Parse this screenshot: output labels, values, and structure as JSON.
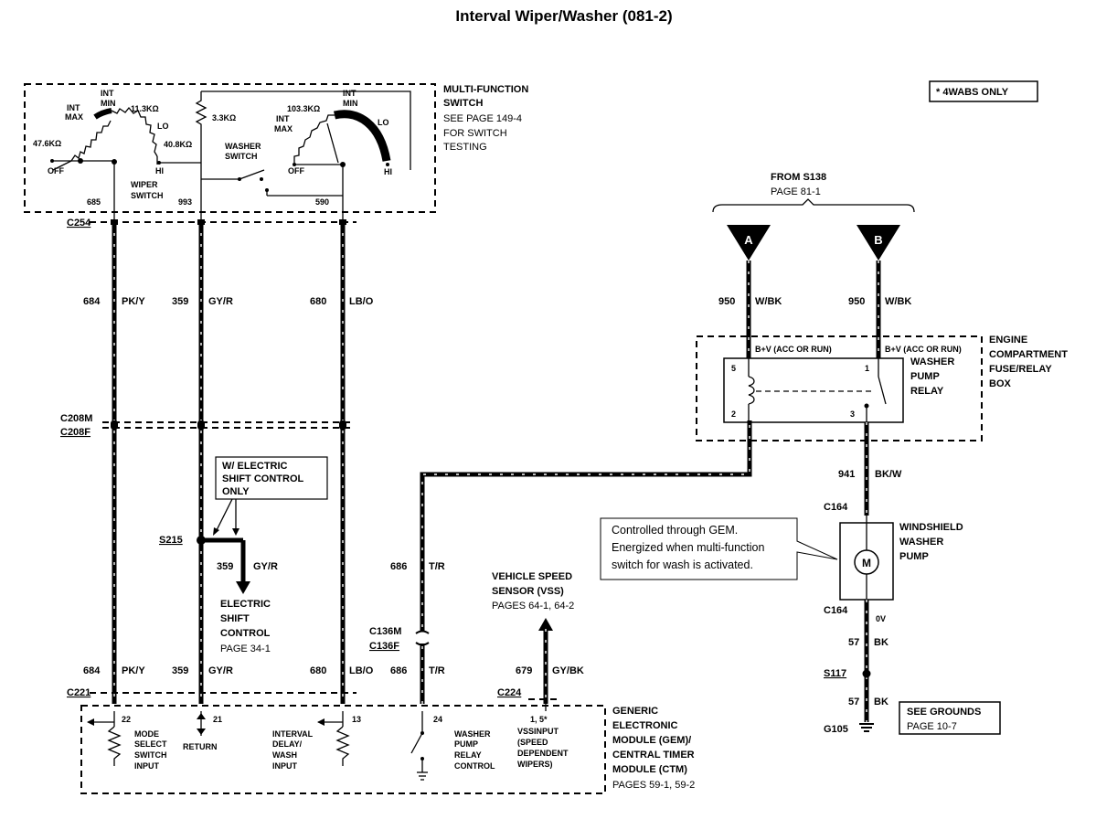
{
  "title": "Interval Wiper/Washer (081-2)",
  "note_4wabs": "* 4WABS ONLY",
  "mfs": {
    "title": [
      "MULTI-FUNCTION",
      "SWITCH",
      "SEE PAGE 149-4",
      "FOR SWITCH",
      "TESTING"
    ],
    "int_min_l": [
      "INT",
      "MIN"
    ],
    "int_max_l": [
      "INT",
      "MAX"
    ],
    "r_113": "11.3KΩ",
    "r_476": "47.6KΩ",
    "r_408": "40.8KΩ",
    "lo_l": "LO",
    "off_l": "OFF",
    "hi_l": "HI",
    "wiper_switch": [
      "WIPER",
      "SWITCH"
    ],
    "r_33": "3.3KΩ",
    "washer_switch": [
      "WASHER",
      "SWITCH"
    ],
    "r_1033": "103.3KΩ",
    "int_min_r": [
      "INT",
      "MIN"
    ],
    "int_max_r": [
      "INT",
      "MAX"
    ],
    "lo_r": "LO",
    "off_r": "OFF",
    "hi_r": "HI",
    "pin_685": "685",
    "pin_993": "993",
    "pin_590": "590"
  },
  "connectors": {
    "c254": "C254",
    "c208m": "C208M",
    "c208f": "C208F",
    "c221": "C221",
    "c136m": "C136M",
    "c136f": "C136F",
    "c224": "C224",
    "c164_top": "C164",
    "c164_bot": "C164",
    "s215": "S215",
    "s117": "S117",
    "g105": "G105"
  },
  "wires": {
    "w684_top": {
      "num": "684",
      "color": "PK/Y"
    },
    "w359_top": {
      "num": "359",
      "color": "GY/R"
    },
    "w680_top": {
      "num": "680",
      "color": "LB/O"
    },
    "w359_esc": {
      "num": "359",
      "color": "GY/R"
    },
    "w684_bot": {
      "num": "684",
      "color": "PK/Y"
    },
    "w359_bot": {
      "num": "359",
      "color": "GY/R"
    },
    "w680_bot": {
      "num": "680",
      "color": "LB/O"
    },
    "w686_mid": {
      "num": "686",
      "color": "T/R"
    },
    "w686_bot": {
      "num": "686",
      "color": "T/R"
    },
    "w679": {
      "num": "679",
      "color": "GY/BK"
    },
    "w950_a": {
      "num": "950",
      "color": "W/BK"
    },
    "w950_b": {
      "num": "950",
      "color": "W/BK"
    },
    "w941": {
      "num": "941",
      "color": "BK/W"
    },
    "w57_a": {
      "num": "57",
      "color": "BK"
    },
    "w57_b": {
      "num": "57",
      "color": "BK"
    }
  },
  "esc_note": [
    "W/ ELECTRIC",
    "SHIFT CONTROL",
    "ONLY"
  ],
  "esc_dest": [
    "ELECTRIC",
    "SHIFT",
    "CONTROL",
    "PAGE 34-1"
  ],
  "from": {
    "line1": "FROM S138",
    "line2": "PAGE 81-1",
    "a": "A",
    "b": "B"
  },
  "relay": {
    "pwr_a": "B+V (ACC OR RUN)",
    "pwr_b": "B+V (ACC OR RUN)",
    "pin5": "5",
    "pin1": "1",
    "pin2": "2",
    "pin3": "3",
    "label": [
      "WASHER",
      "PUMP",
      "RELAY"
    ],
    "box": [
      "ENGINE",
      "COMPARTMENT",
      "FUSE/RELAY",
      "BOX"
    ]
  },
  "callout": [
    "Controlled through GEM.",
    "Energized when multi-function",
    "switch for wash is activated."
  ],
  "pump": {
    "label": [
      "WINDSHIELD",
      "WASHER",
      "PUMP"
    ],
    "motor": "M",
    "zero_v": "0V"
  },
  "vss": {
    "label": [
      "VEHICLE SPEED",
      "SENSOR (VSS)",
      "PAGES 64-1, 64-2"
    ]
  },
  "grounds_note": [
    "SEE GROUNDS",
    "PAGE 10-7"
  ],
  "gem": {
    "title": [
      "GENERIC",
      "ELECTRONIC",
      "MODULE (GEM)/",
      "CENTRAL TIMER",
      "MODULE (CTM)",
      "PAGES 59-1, 59-2"
    ],
    "pin22": "22",
    "pin21": "21",
    "pin13": "13",
    "pin24": "24",
    "pin1": "1, 5*",
    "in_mode": [
      "MODE",
      "SELECT",
      "SWITCH",
      "INPUT"
    ],
    "return": "RETURN",
    "in_interval": [
      "INTERVAL",
      "DELAY/",
      "WASH",
      "INPUT"
    ],
    "washer_relay": [
      "WASHER",
      "PUMP",
      "RELAY",
      "CONTROL"
    ],
    "vss_input": [
      "VSSINPUT",
      "(SPEED",
      "DEPENDENT",
      "WIPERS)"
    ]
  }
}
